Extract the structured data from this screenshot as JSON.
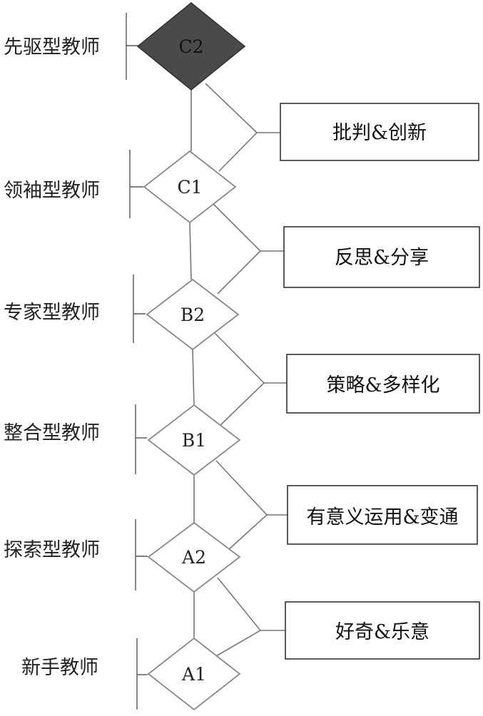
{
  "levels": [
    {
      "name": "先驱型教师",
      "code": "C2",
      "highlight": true
    },
    {
      "name": "领袖型教师",
      "code": "C1",
      "highlight": false
    },
    {
      "name": "专家型教师",
      "code": "B2",
      "highlight": false
    },
    {
      "name": "整合型教师",
      "code": "B1",
      "highlight": false
    },
    {
      "name": "探索型教师",
      "code": "A2",
      "highlight": false
    },
    {
      "name": "新手教师",
      "code": "A1",
      "highlight": false
    }
  ],
  "transitions": [
    {
      "label": "批判&创新"
    },
    {
      "label": "反思&分享"
    },
    {
      "label": "策略&多样化"
    },
    {
      "label": "有意义运用&变通"
    },
    {
      "label": "好奇&乐意"
    }
  ],
  "colors": {
    "highlight_fill": "#4a4a4a",
    "normal_fill": "#ffffff",
    "diamond_stroke": "#888888"
  }
}
